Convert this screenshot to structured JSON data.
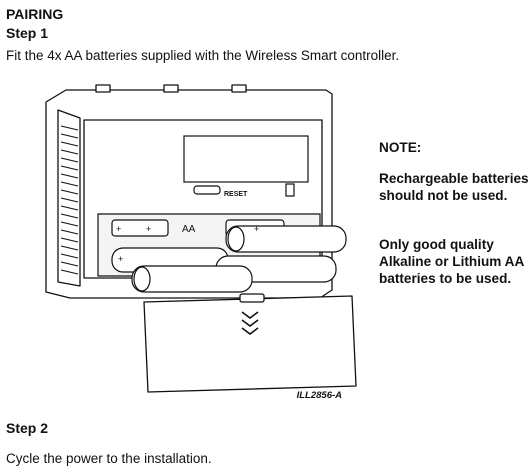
{
  "title": "PAIRING",
  "step1": {
    "label": "Step 1",
    "text": "Fit the 4x AA batteries supplied with the Wireless Smart controller."
  },
  "illustration": {
    "reset_label": "RESET",
    "battery_label": "AA",
    "ref_code": "ILL2856-A"
  },
  "note": {
    "heading": "NOTE:",
    "para1": "Rechargeable batteries should not be used.",
    "para2": "Only good quality Alkaline or Lithium AA batteries to be used."
  },
  "step2": {
    "label": "Step 2",
    "text": "Cycle the power to the installation."
  }
}
